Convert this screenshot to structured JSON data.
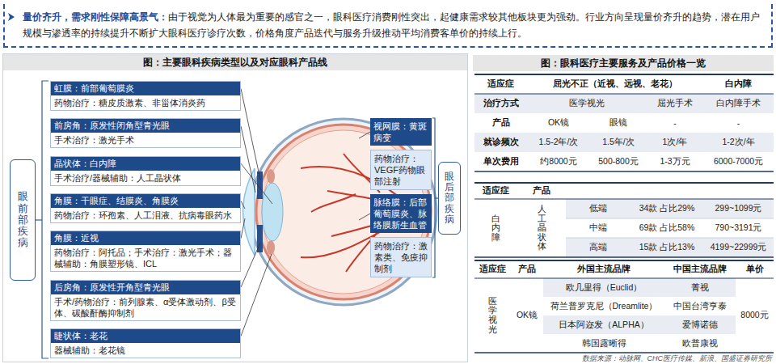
{
  "diagram": {
    "nodes": [
      {
        "text": [
          "量价齐升，需求刚性保障高景气：",
          "由于视觉为人体最为重要的感官之一，眼科医疗消费刚性突出，起健康需求较其他板块更为强劲。行业方向呈现量价齐升的趋势，潜在用户规模与渗透率的持续提升不断扩大眼科医疗诊疗次数，价格角度产品迭代与服务升级推动平均消费客单价的持续上行。"
        ]
      },
      {
        "text": [
          "图：主要眼科疾病类型以及对应眼科产品线"
        ]
      },
      {
        "text": [
          "眼前部疾病"
        ],
        "in": 1
      },
      {
        "text": [
          "虹膜：前部葡萄膜炎",
          "药物治疗：糖皮质激素、非甾体消炎药"
        ],
        "in": 1
      },
      {
        "text": [
          "前房角：原发性闭角型青光眼",
          "手术治疗：激光手术"
        ],
        "in": 1
      },
      {
        "text": [
          "晶状体：白内障",
          "手术治疗/器械辅助：人工晶状体"
        ],
        "in": 1
      },
      {
        "text": [
          "角膜：干眼症、结膜炎、角膜炎",
          "药物治疗：环孢素、人工泪液、抗病毒眼药水"
        ],
        "in": 1
      },
      {
        "text": [
          "角膜：近视",
          "药物治疗：阿托品；手术治疗：激光手术；器械辅助：角膜塑形镜、ICL"
        ],
        "in": 1
      },
      {
        "text": [
          "后房角：原发性开角型青光眼",
          "手术/药物治疗：前列腺素、α受体激动剂、β受体、碳酸酐酶抑制剂"
        ],
        "in": 1
      },
      {
        "text": [
          "睫状体：老花",
          "器械辅助：老花镜"
        ],
        "in": 1
      },
      {
        "text": [
          "视网膜：黄斑病变"
        ],
        "in": 1
      },
      {
        "text": [
          "药物治疗：VEGF药物眼部注射"
        ],
        "in": 1
      },
      {
        "text": [
          "脉络膜：后部葡萄膜炎、脉络膜新生血管"
        ],
        "in": 1
      },
      {
        "text": [
          "药物治疗：激素类、免疫抑制剂"
        ],
        "in": 1
      },
      {
        "text": [
          "眼后部疾病"
        ],
        "in": 1
      },
      {
        "text": [
          "图：眼科医疗主要服务及产品价格一览"
        ]
      }
    ],
    "labels": [
      "适应症",
      "屈光不正（近视、远视、老花）",
      "白内障",
      "治疗方式",
      "医学视光",
      "屈光手术",
      "白内障手术",
      "产品",
      "OK镜",
      "眼镜",
      "-",
      "-",
      "就诊频次",
      "1.5-2年/次",
      "1.5年/次",
      "1次/年",
      "1-2次/年",
      "单次费用",
      "约8000元",
      "500-800元",
      "1-3万元",
      "6000-7000元",
      "适应症",
      "产品",
      "白内障",
      "人工晶状体",
      "低端",
      "34款 占比29%",
      "299~1099元",
      "中端",
      "69款 占比58%",
      "790~3191元",
      "高端",
      "15款 占比13%",
      "4199~22999元",
      "适应症",
      "产品",
      "外国主流品牌",
      "中国主流品牌",
      "单价",
      "医学视光",
      "OK镜",
      "欧几里得（Euclid）",
      "菁视",
      "8000元",
      "荷兰普罗克尼（Dreamlite）",
      "中国台湾亨泰",
      "日本阿迩发（ALPHA）",
      "爱博诺德",
      "韩国露晰得",
      "欧普康视",
      "数据来源：动脉网、CHC医疗传媒、新浪、国盛证券研究所"
    ]
  }
}
